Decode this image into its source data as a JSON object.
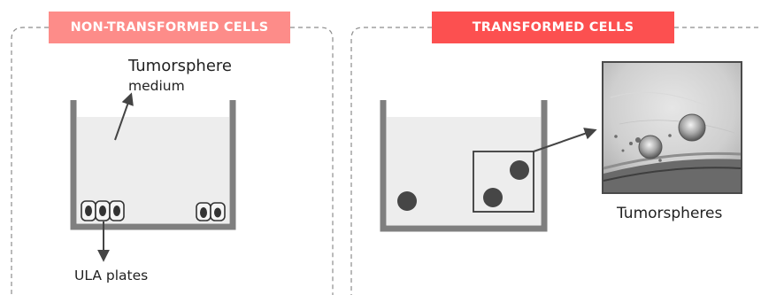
{
  "panels": {
    "left": {
      "title": "NON-TRANSFORMED CELLS"
    },
    "right": {
      "title": "TRANSFORMED  CELLS"
    }
  },
  "labels": {
    "medium_line1": "Tumorsphere",
    "medium_line2": "medium",
    "ula_plates": "ULA plates",
    "tumorspheres": "Tumorspheres"
  },
  "colors": {
    "left_banner": "#fd8c89",
    "right_banner": "#fc5050",
    "well_wall": "#7f7f7f",
    "medium_fill": "#ededed",
    "sphere": "#464646",
    "dashed_border": "#8c8c8c"
  }
}
